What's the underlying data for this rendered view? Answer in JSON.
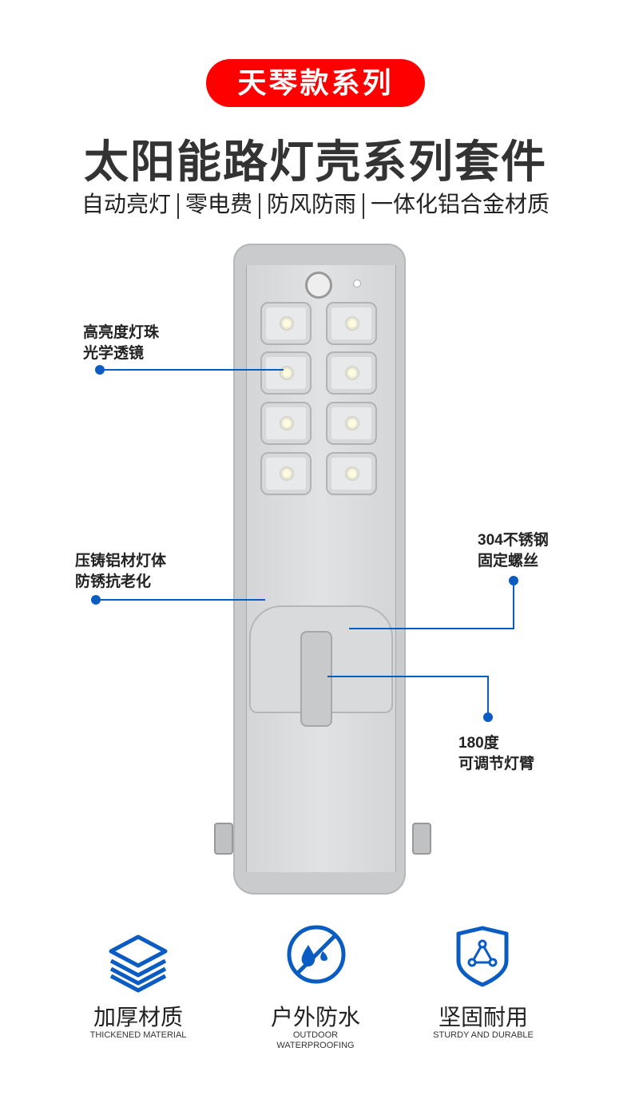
{
  "header": {
    "badge": "天琴款系列",
    "title": "太阳能路灯壳系列套件",
    "features": [
      "自动亮灯",
      "零电费",
      "防风防雨",
      "一体化铝合金材质"
    ]
  },
  "callouts": {
    "lens": [
      "高亮度灯珠",
      "光学透镜"
    ],
    "body": [
      "压铸铝材灯体",
      "防锈抗老化"
    ],
    "screw": [
      "304不锈钢",
      "固定螺丝"
    ],
    "arm": [
      "180度",
      "可调节灯臂"
    ]
  },
  "feature_icons": [
    {
      "icon": "layers-icon",
      "label": "加厚材质",
      "sub": [
        "THICKENED MATERIAL"
      ]
    },
    {
      "icon": "no-water-icon",
      "label": "户外防水",
      "sub": [
        "OUTDOOR",
        "WATERPROOFING"
      ]
    },
    {
      "icon": "shield-icon",
      "label": "坚固耐用",
      "sub": [
        "STURDY AND DURABLE"
      ]
    }
  ],
  "colors": {
    "badge": "#ff0000",
    "accent": "#0a5cc2",
    "title": "#333333"
  }
}
